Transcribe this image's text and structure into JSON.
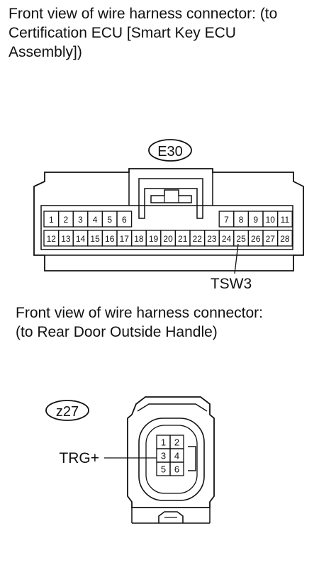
{
  "captions": {
    "connector1": "Front view of wire harness connector: (to\nCertification ECU [Smart Key ECU\nAssembly])",
    "connector2": "Front view of wire harness connector:\n(to Rear Door Outside Handle)"
  },
  "connector_e30": {
    "id": "E30",
    "top_row": [
      "1",
      "2",
      "3",
      "4",
      "5",
      "6",
      "",
      "",
      "",
      "",
      "",
      "",
      "7",
      "8",
      "9",
      "10",
      "11"
    ],
    "bottom_row": [
      "12",
      "13",
      "14",
      "15",
      "16",
      "17",
      "18",
      "19",
      "20",
      "21",
      "22",
      "23",
      "24",
      "25",
      "26",
      "27",
      "28"
    ],
    "callout": "TSW3"
  },
  "connector_z27": {
    "id": "z27",
    "pins": [
      [
        "1",
        "2"
      ],
      [
        "3",
        "4"
      ],
      [
        "5",
        "6"
      ]
    ],
    "callout": "TRG+"
  }
}
